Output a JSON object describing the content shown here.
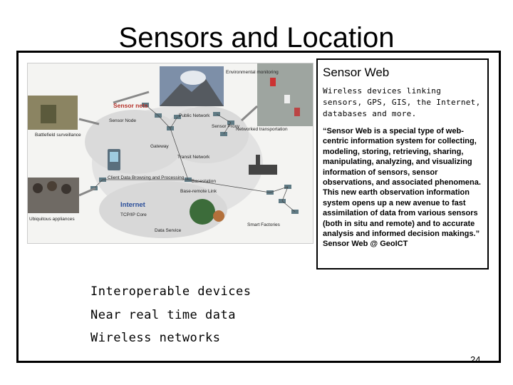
{
  "slide": {
    "title": "Sensors and Location",
    "page_number": "24"
  },
  "figure": {
    "labels": {
      "environmental": "Environmental monitoring",
      "sensor_nets": "Sensor nets",
      "sensor_node": "Sensor Node",
      "public_network": "Public Network",
      "sensor_proxy": "Sensor Proxy",
      "networked_transport": "Networked transportation",
      "battlefield": "Battlefield surveillance",
      "gateway": "Gateway",
      "transit_network": "Transit Network",
      "client_data": "Client Data Browsing and Processing",
      "basestation": "Basestation",
      "base_remote": "Base-remote Link",
      "internet": "Internet",
      "tcpip": "TCP/IP Core",
      "ubiquitous": "Ubiquitous appliances",
      "data_service": "Data Service",
      "smart_factories": "Smart Factories"
    }
  },
  "callout": {
    "heading": "Sensor Web",
    "subheading": "Wireless devices linking sensors, GPS, GIS, the Internet, databases and more.",
    "quote": "“Sensor Web is a special type of web-centric information system for collecting, modeling, storing, retrieving, sharing, manipulating, analyzing, and visualizing information of sensors, sensor observations, and associated phenomena. This new earth observation information system opens up a new avenue to fast assimilation of data from various sensors (both in situ and remote) and to accurate analysis and informed decision makings.” Sensor Web @ GeoICT"
  },
  "bullets": [
    "Interoperable devices",
    "Near real time data",
    "Wireless networks"
  ]
}
